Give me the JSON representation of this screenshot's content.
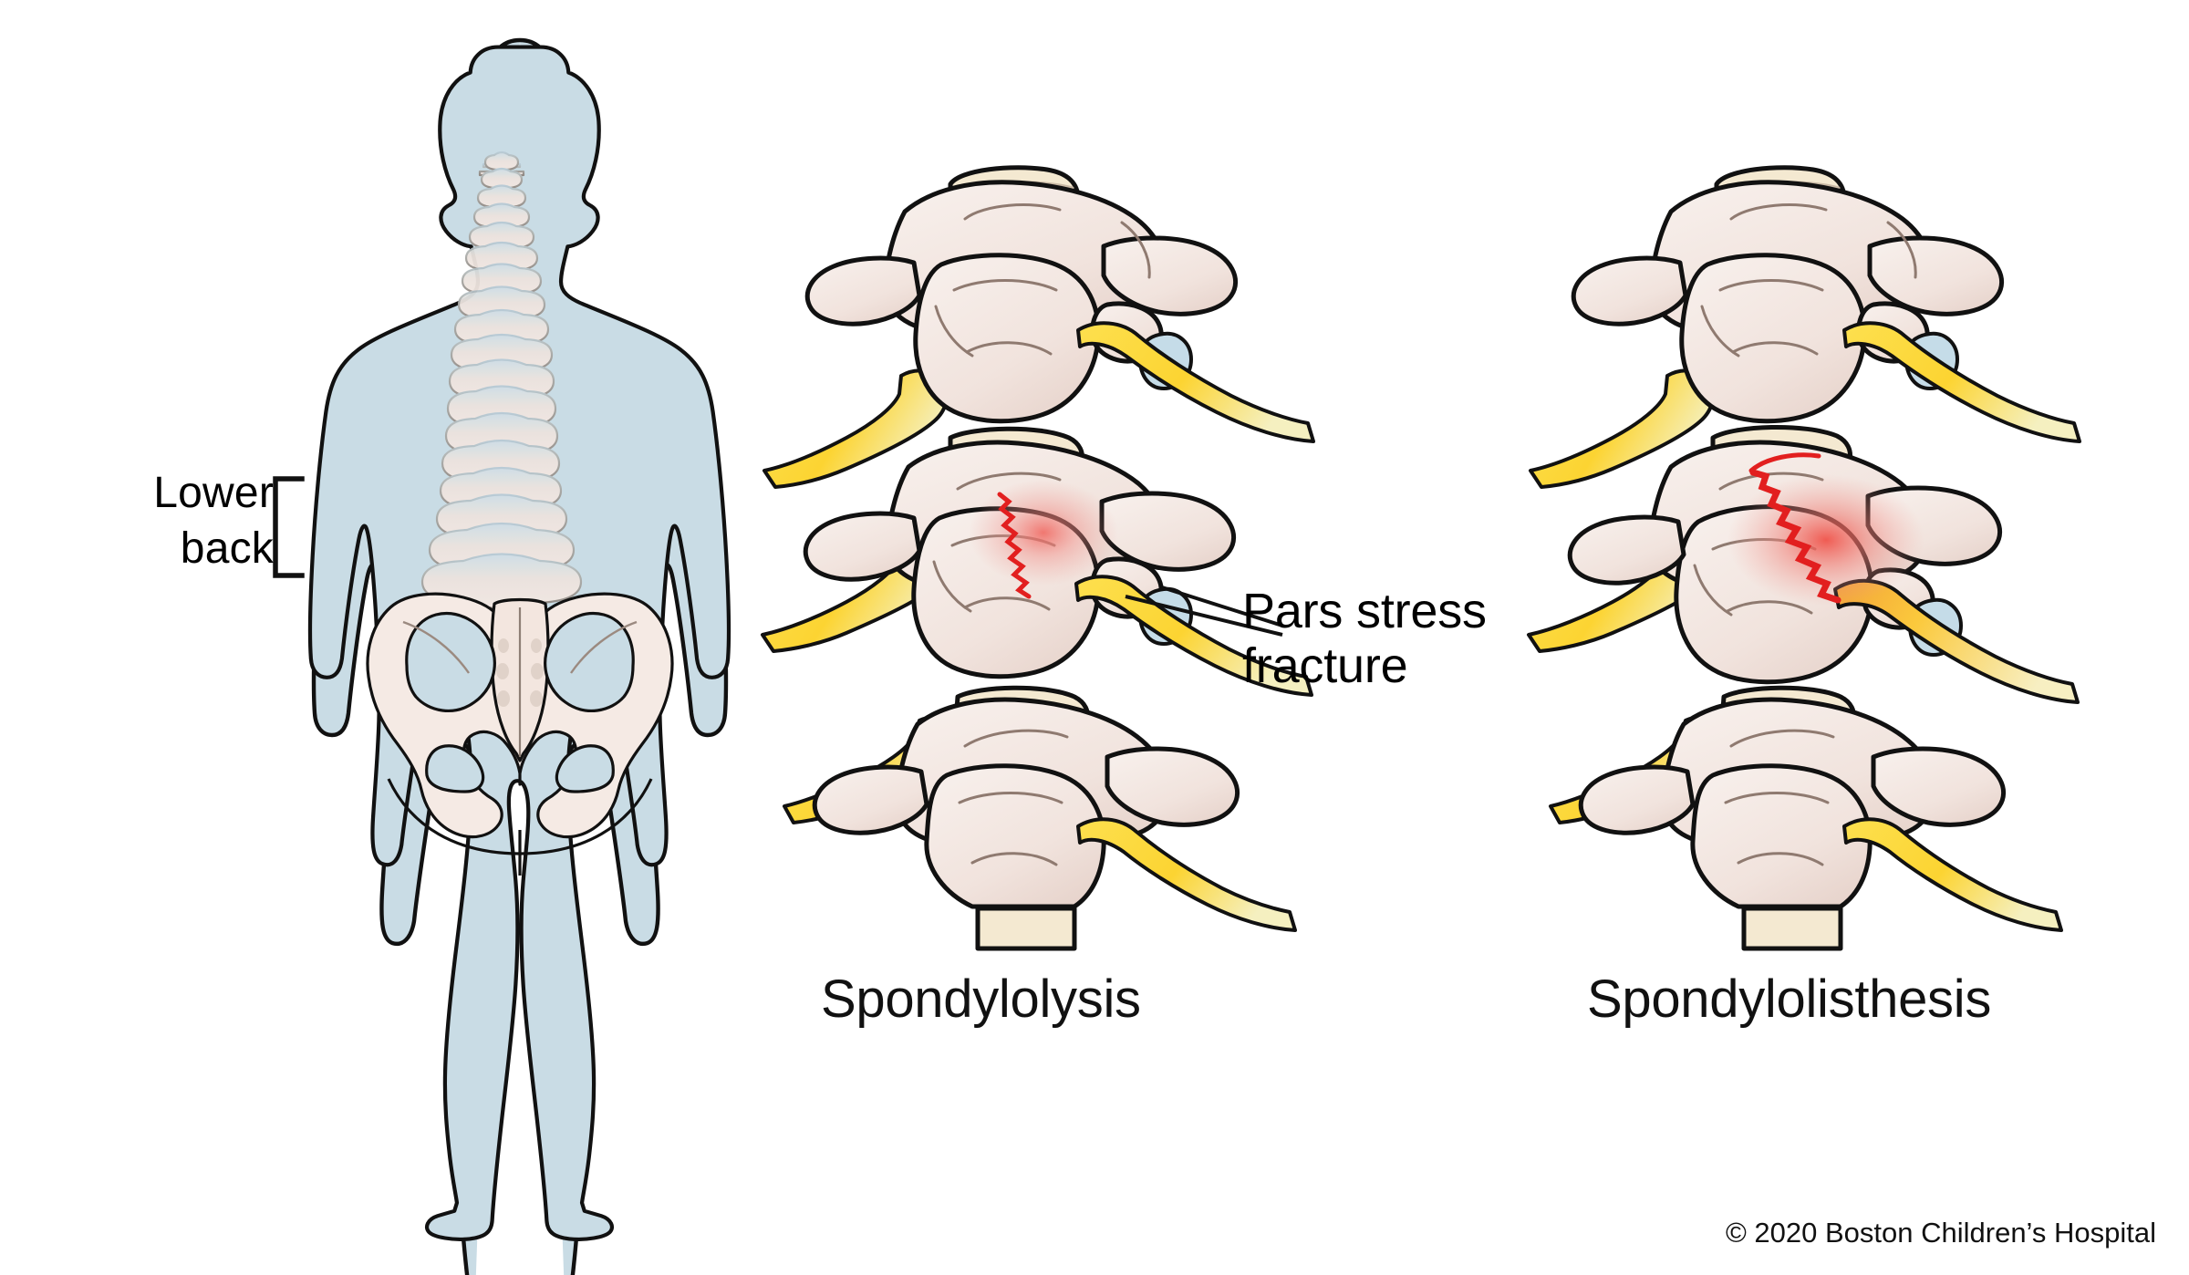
{
  "figure": {
    "title": "Spondylolysis and spondylolisthesis of the lower back",
    "background_color": "#ffffff"
  },
  "annotations": {
    "lower_back_label_line1": "Lower",
    "lower_back_label_line2": "back",
    "pars_label_line1": "Pars stress",
    "pars_label_line2": "fracture"
  },
  "captions": {
    "left": "Spondylolysis",
    "right": "Spondylolisthesis"
  },
  "credit": {
    "text": "© 2020 Boston Children’s Hospital"
  },
  "palette": {
    "body_silhouette": "#c9dce5",
    "outline": "#111111",
    "bone": "#f2e6e1",
    "bone_shadow": "#e3cec5",
    "vertebral_body": "#f4e9d1",
    "marrow": "#d8cdb8",
    "nerve_yellow": "#fcd93f",
    "nerve_yellow_dark": "#e9b93c",
    "disc_blue": "#c5dce8",
    "fracture_red": "#e21f1f",
    "fracture_glow": "#f4645c",
    "text": "#111111"
  },
  "panels": [
    {
      "name": "body-figure",
      "label": "posterior view of human body with spine and pelvis",
      "parts": [
        "head",
        "torso",
        "arms",
        "legs",
        "feet",
        "spine",
        "pelvis"
      ]
    },
    {
      "name": "spondylolysis",
      "label": "three lumbar vertebrae with pars stress fracture, no slippage",
      "vertebra_count": 3,
      "fracture": "hairline zigzag crack at pars interarticularis"
    },
    {
      "name": "spondylolisthesis",
      "label": "three lumbar vertebrae with pars fracture and forward slippage",
      "vertebra_count": 3,
      "fracture": "widened zigzag crack with vertebral slip and compressed nerve"
    }
  ]
}
